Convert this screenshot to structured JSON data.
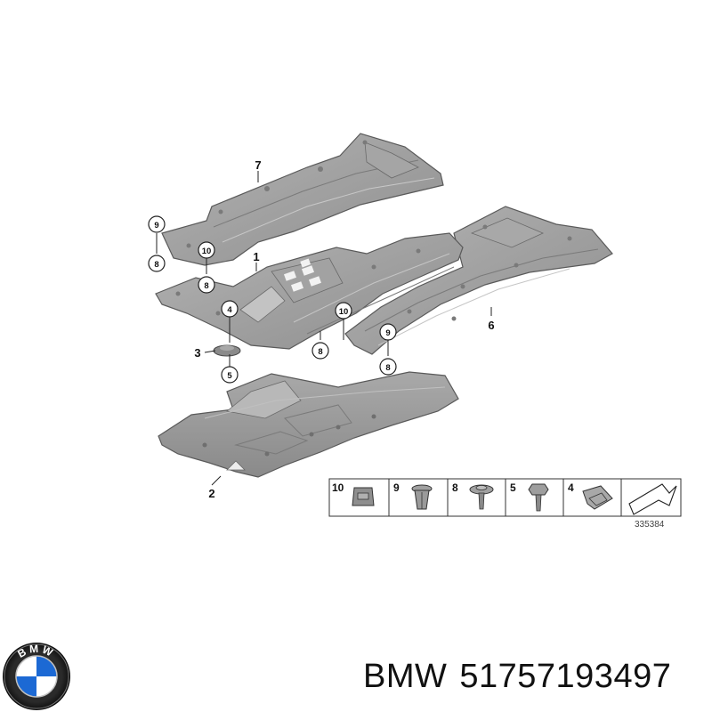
{
  "callouts": {
    "c1": "1",
    "c2": "2",
    "c3": "3",
    "c4": "4",
    "c5": "5",
    "c6": "6",
    "c7": "7",
    "c8a": "8",
    "c8b": "8",
    "c8c": "8",
    "c8d": "8",
    "c9a": "9",
    "c9b": "9",
    "c10a": "10",
    "c10b": "10"
  },
  "legend": {
    "items": [
      "10",
      "9",
      "8",
      "5",
      "4"
    ],
    "ref_number": "335384"
  },
  "logo": {
    "text": "BMW"
  },
  "caption": {
    "brand": "BMW",
    "part_number": "51757193497"
  },
  "colors": {
    "panel_fill": "#9c9c9c",
    "panel_light": "#b5b5b5",
    "panel_edge": "#5a5a5a",
    "logo_blue": "#1c69d4"
  }
}
